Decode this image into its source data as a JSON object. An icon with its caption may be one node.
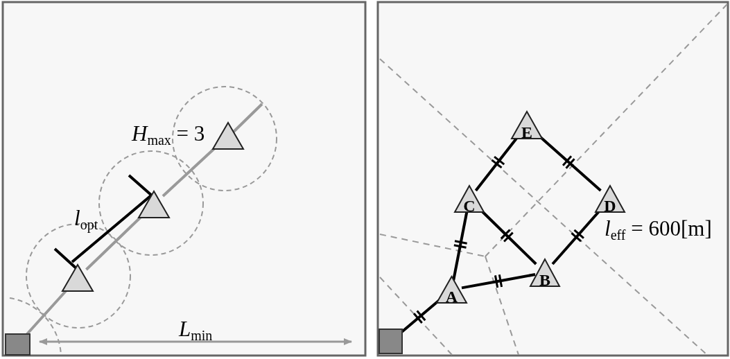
{
  "diagram": {
    "nodes": [
      {
        "text": [],
        "shape": "box"
      },
      {
        "text": [],
        "shape": "triangle"
      },
      {
        "text": [],
        "shape": "triangle"
      },
      {
        "text": [],
        "shape": "triangle"
      },
      {
        "text": [
          "E"
        ]
      },
      {
        "text": [
          "C"
        ]
      },
      {
        "text": [
          "D"
        ]
      },
      {
        "text": [
          "B"
        ]
      },
      {
        "text": [
          "A"
        ]
      },
      {
        "text": [],
        "shape": "box"
      }
    ],
    "edges": [
      {
        "from": 0,
        "to": 1,
        "arrow": "none",
        "color": "#999999"
      },
      {
        "from": 1,
        "to": 2,
        "arrow": "none",
        "color": "#999999"
      },
      {
        "from": 2,
        "to": 3,
        "arrow": "none",
        "color": "#999999"
      },
      {
        "from": 9,
        "to": 8,
        "arrow": "none"
      },
      {
        "from": 8,
        "to": 7,
        "arrow": "none"
      },
      {
        "from": 8,
        "to": 5,
        "arrow": "none"
      },
      {
        "from": 5,
        "to": 4,
        "arrow": "none"
      },
      {
        "from": 5,
        "to": 7,
        "arrow": "none"
      },
      {
        "from": 4,
        "to": 6,
        "arrow": "none"
      },
      {
        "from": 6,
        "to": 7,
        "arrow": "none"
      }
    ],
    "labels": [
      "*H*$_{max}$ = 3",
      "*l*$_{opt}$",
      "*L*$_{min}$",
      "*l*$_{eff}$ = 600[m]"
    ]
  }
}
